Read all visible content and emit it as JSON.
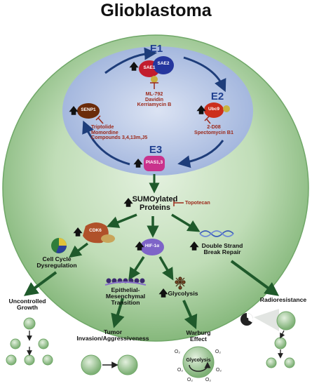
{
  "title": "Glioblastoma",
  "enzymes": {
    "e1": "E1",
    "e2": "E2",
    "e3": "E3"
  },
  "proteins": {
    "sae1": "SAE1",
    "sae2": "SAE2",
    "ubc9": "Ubc9",
    "pias": "PIAS1,3",
    "senp1": "SENP1",
    "cdk6": "CDK6",
    "hif": "HIF-1α"
  },
  "inhibitors": {
    "e1": [
      "ML-792",
      "Davidin",
      "Kerriamycin B"
    ],
    "e2": [
      "2-D08",
      "Spectomycin B1"
    ],
    "senp1": [
      "Triptolide",
      "Momordine",
      "Compounds 3,4,13m,J5"
    ],
    "topotecan": "Topotecan"
  },
  "labels": {
    "sumo": [
      "SUMOylated",
      "Proteins"
    ],
    "cell_cycle": [
      "Cell Cycle",
      "Dysregulation"
    ],
    "dsb": [
      "Double Strand",
      "Break Repair"
    ],
    "emt": [
      "Epithelial-",
      "Mesenchymal",
      "Transition"
    ],
    "glycolysis": "Glycolysis",
    "uncontrolled": [
      "Uncontrolled",
      "Growth"
    ],
    "radio": "Radioresistance",
    "tumor": [
      "Tumor",
      "Invasion/Aggressiveness"
    ],
    "warburg": [
      "Warburg",
      "Effect"
    ],
    "glyco_center": "Glycolysis",
    "o2": "O₂",
    "up_arrow": "🡅"
  },
  "colors": {
    "cell_outer": "#8fbf86",
    "cell_inner": "#d9ecd2",
    "nucleus": "#b8c6e6",
    "cycle_arrow": "#1e3d7a",
    "green_arrow": "#1f5a2b",
    "enzyme_blue": "#1f3f8f",
    "inhibitor_red": "#9c2a1b",
    "senp1": "#6b2b0a",
    "cdk6": "#b0512a",
    "hif": "#7e64c8",
    "pias": "#c9328c",
    "sae1": "#c21d2e",
    "sae2": "#25369e",
    "ubc9": "#cc2e1c"
  }
}
